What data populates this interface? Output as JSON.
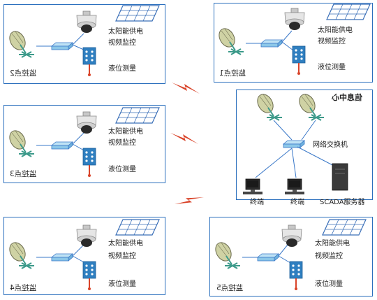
{
  "nodes": [
    {
      "label": "监控点2",
      "solar": "太阳能供电",
      "video": "视频监控",
      "level": "液位测量"
    },
    {
      "label": "监控点1",
      "solar": "太阳能供电",
      "video": "视频监控",
      "level": "液位测量"
    },
    {
      "label": "监控点3",
      "solar": "太阳能供电",
      "video": "视频监控",
      "level": "液位测量"
    },
    {
      "label": "监控点4",
      "solar": "太阳能供电",
      "video": "视频监控",
      "level": "液位测量"
    },
    {
      "label": "监控点5",
      "solar": "太阳能供电",
      "video": "视频监控",
      "level": "液位测量"
    }
  ],
  "center": {
    "title": "信息中心",
    "switch_label": "网络交换机",
    "server_label": "SCADA服务器",
    "terminal1_label": "终端",
    "terminal2_label": "终端"
  },
  "colors": {
    "border": "#2a6fbd",
    "lightning": "#d9442a",
    "wire": "#3a78c8",
    "pole": "#d9442a"
  }
}
